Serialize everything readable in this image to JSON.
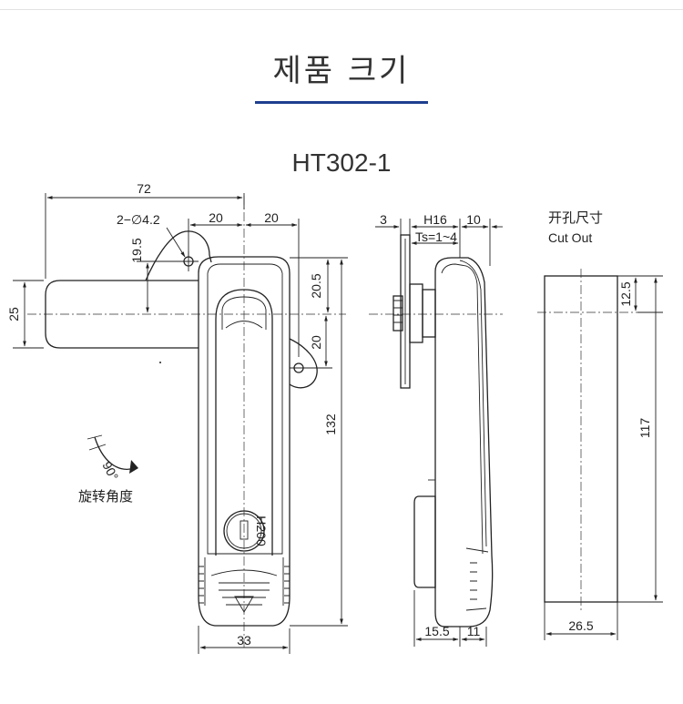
{
  "heading": {
    "title": "제품 크기",
    "model": "HT302-1"
  },
  "front_view": {
    "dims": {
      "width_72": "72",
      "hole_spec": "2−∅4.2",
      "left_20": "20",
      "right_20": "20",
      "v_19_5": "19.5",
      "v_25": "25",
      "v_20_5": "20.5",
      "v_20": "20",
      "h_132": "132",
      "w_33": "33"
    },
    "rotation": {
      "angle": "90°",
      "caption": "旋转角度"
    },
    "key_code": "H200"
  },
  "side_view": {
    "dims": {
      "d3": "3",
      "h16": "H16",
      "d10": "10",
      "ts": "Ts=1~4",
      "d15_5": "15.5",
      "d11": "11"
    }
  },
  "cutout": {
    "label_cn": "开孔尺寸",
    "label_en": "Cut Out",
    "dims": {
      "d12_5": "12.5",
      "d117": "117",
      "d26_5": "26.5"
    }
  },
  "colors": {
    "accent": "#1f3f8f",
    "line": "#222222"
  }
}
